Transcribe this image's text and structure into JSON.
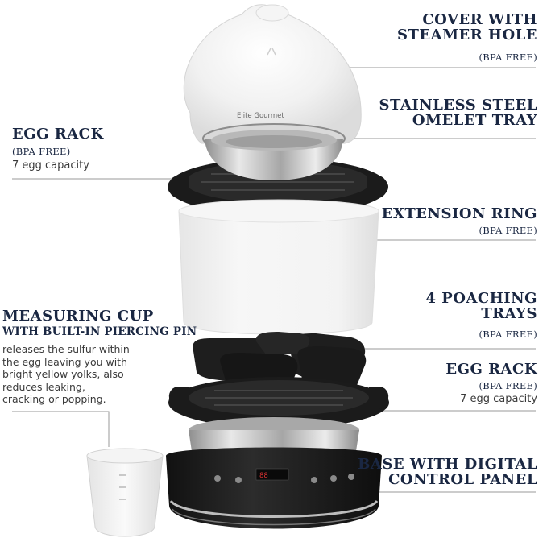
{
  "brand": {
    "logo_text": "Elite Gourmet"
  },
  "labels": {
    "cover": {
      "line1": "COVER WITH",
      "line2": "STEAMER HOLE",
      "sub": "(BPA FREE)"
    },
    "omelet": {
      "line1": "STAINLESS STEEL",
      "line2": "OMELET TRAY"
    },
    "egg_rack_top": {
      "title": "EGG RACK",
      "sub": "(BPA FREE)",
      "desc": "7 egg capacity"
    },
    "extension": {
      "title": "EXTENSION RING",
      "sub": "(BPA FREE)"
    },
    "poaching": {
      "line1": "4 POACHING",
      "line2": "TRAYS",
      "sub": "(BPA FREE)"
    },
    "egg_rack_bottom": {
      "title": "EGG RACK",
      "sub": "(BPA FREE)",
      "desc": "7 egg capacity"
    },
    "measuring": {
      "line1": "MEASURING CUP",
      "line2": "WITH BUILT-IN PIERCING PIN",
      "desc": [
        "releases the sulfur within",
        "the egg leaving you with",
        "bright yellow yolks, also",
        "reduces leaking,",
        "cracking or popping."
      ]
    },
    "base": {
      "line1": "BASE WITH DIGITAL",
      "line2": "CONTROL PANEL"
    }
  },
  "colors": {
    "navy": "#1a2742",
    "line": "#9a9a9a",
    "black": "#1c1c1c",
    "steel": "#c8c8c8"
  }
}
